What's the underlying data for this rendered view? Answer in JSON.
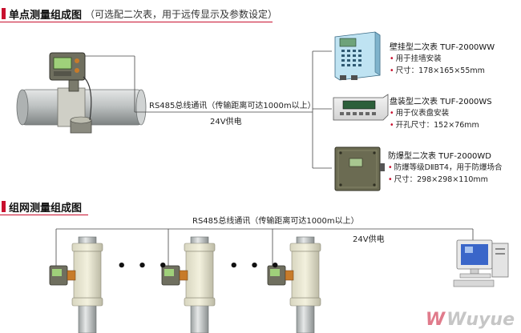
{
  "section1": {
    "title": "单点测量组成图",
    "subtitle": "（可选配二次表，用于远传显示及参数设定）"
  },
  "section2": {
    "title": "组网测量组成图"
  },
  "single": {
    "bus_label": "RS485总线通讯（传输距离可达1000m以上）",
    "power_label": "24V供电"
  },
  "devices": [
    {
      "title": "壁挂型二次表  TUF-2000WW",
      "bullets": [
        "用于挂墙安装",
        "尺寸：178×165×55mm"
      ]
    },
    {
      "title": "盘装型二次表  TUF-2000WS",
      "bullets": [
        "用于仪表盘安装",
        "开孔尺寸：152×76mm"
      ]
    },
    {
      "title": "防爆型二次表  TUF-2000WD",
      "bullets": [
        "防爆等级DⅡBT4，用于防爆场合",
        "尺寸：298×298×110mm"
      ]
    }
  ],
  "network": {
    "bus_label": "RS485总线通讯（传输距离可达1000m以上）",
    "power_label": "24V供电",
    "ellipsis": "• • •"
  },
  "watermark": {
    "logo": "W",
    "text": "Wuyue"
  },
  "colors": {
    "accent": "#c8102e",
    "pipe": "#b8bcbc",
    "meter_body": "#6f6f5f"
  }
}
